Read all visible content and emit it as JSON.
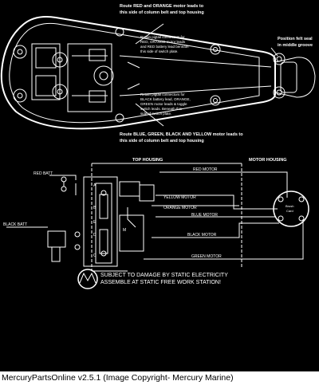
{
  "colors": {
    "background": "#000000",
    "line": "#ffffff",
    "caption_bg": "#ffffff",
    "caption_text": "#000000"
  },
  "top_view": {
    "note_red_orange": [
      "Route RED and ORANGE motor leads to",
      "this side of column belt and top housing"
    ],
    "note_felt_seal": [
      "Position felt seal",
      "in middle groove"
    ],
    "note_pigtail_red": [
      "Retain pigtail connectors for",
      "RED, ORANGE motor leads",
      "and RED battery lead beneath",
      "this side of switch plate."
    ],
    "note_pigtail_black": [
      "Retain pigtail connectors for",
      "BLACK battery lead, ORANGE,",
      "GREEN motor leads & toggle",
      "switch leads. Beneath this",
      "side of switch plate."
    ],
    "note_blue_green": [
      "Route BLUE, GREEN, BLACK AND YELLOW motor leads to",
      "this side of column belt and top housing"
    ]
  },
  "schematic": {
    "top_housing_label": "TOP HOUSING",
    "motor_housing_label": "MOTOR HOUSING",
    "red_batt": "RED BATT",
    "black_batt": "BLACK BATT",
    "wires": {
      "red_motor": "RED MOTOR",
      "yellow_motor": "YELLOW MOTOR",
      "orange_motor": "ORANGE MOTOR",
      "blue_motor": "BLUE MOTOR",
      "black_motor": "BLACK MOTOR",
      "green_motor": "GREEN MOTOR"
    },
    "terminals": {
      "a": "A",
      "b": "B",
      "c": "C",
      "d": "D",
      "e": "E",
      "m": "M"
    },
    "motor_labels": [
      "Brush",
      "Card"
    ],
    "warning_line1": "SUBJECT TO DAMAGE BY STATIC ELECTRICITY",
    "warning_line2": "ASSEMBLE AT STATIC FREE WORK STATION!"
  },
  "caption": "MercuryPartsOnline v2.5.1 (Image Copyright- Mercury Marine)"
}
